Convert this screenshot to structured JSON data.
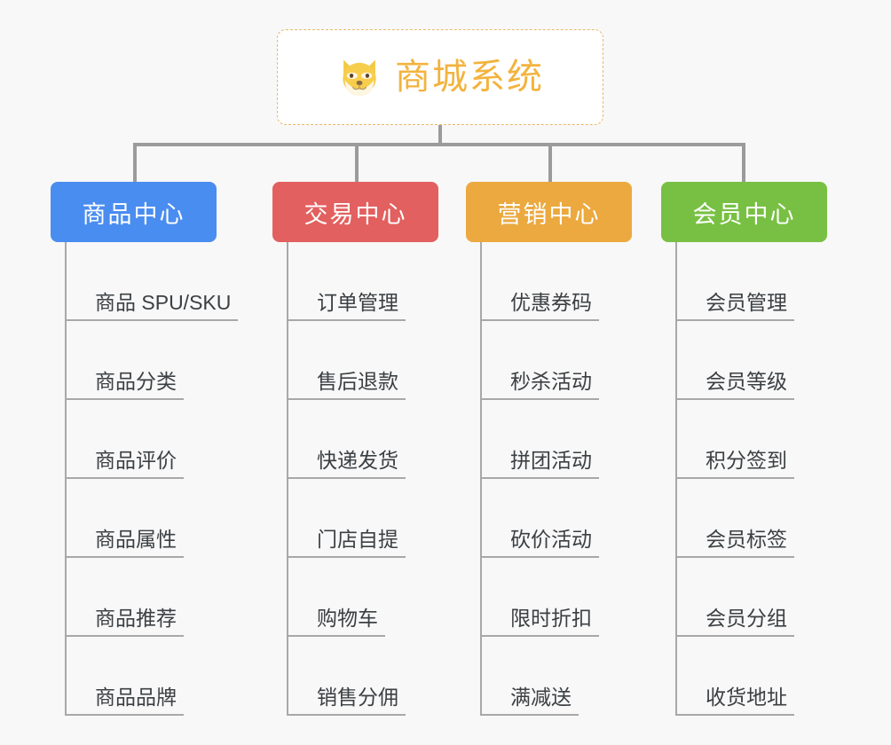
{
  "root": {
    "icon": "dog-face-icon",
    "title": "商城系统",
    "border_color": "#e8b968",
    "text_color": "#f2b33d",
    "background": "#ffffff"
  },
  "canvas": {
    "background": "#f8f8f8",
    "connector_color": "#9b9b9b",
    "rule_color": "#a8a8a8"
  },
  "columns": [
    {
      "header": "商品中心",
      "color": "#4a8df0",
      "items": [
        "商品 SPU/SKU",
        "商品分类",
        "商品评价",
        "商品属性",
        "商品推荐",
        "商品品牌"
      ]
    },
    {
      "header": "交易中心",
      "color": "#e2605f",
      "items": [
        "订单管理",
        "售后退款",
        "快递发货",
        "门店自提",
        "购物车",
        "销售分佣"
      ]
    },
    {
      "header": "营销中心",
      "color": "#eba93f",
      "items": [
        "优惠券码",
        "秒杀活动",
        "拼团活动",
        "砍价活动",
        "限时折扣",
        "满减送"
      ]
    },
    {
      "header": "会员中心",
      "color": "#78c043",
      "items": [
        "会员管理",
        "会员等级",
        "积分签到",
        "会员标签",
        "会员分组",
        "收货地址"
      ]
    }
  ]
}
